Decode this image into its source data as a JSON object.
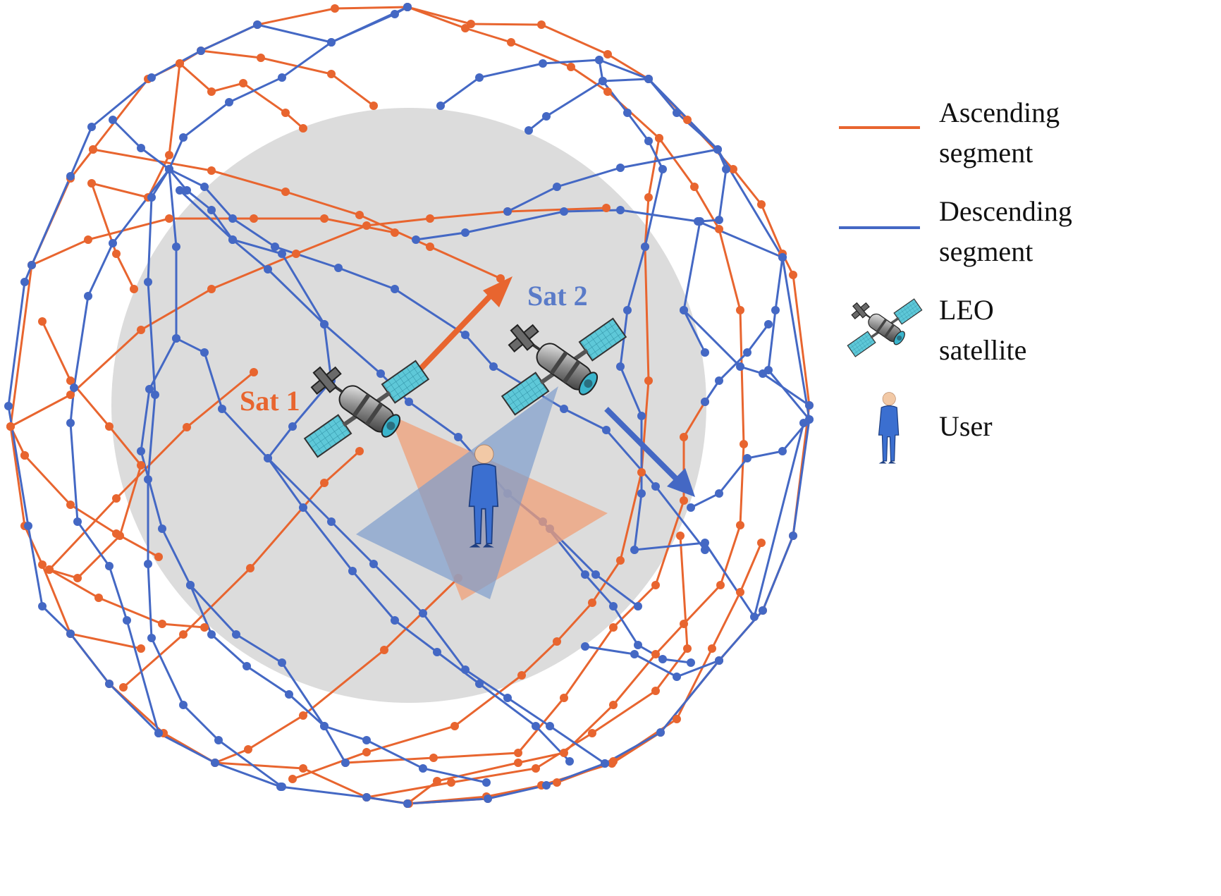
{
  "labels": {
    "sat1": "Sat 1",
    "sat2": "Sat 2"
  },
  "legend": {
    "ascending": [
      "Ascending",
      "segment"
    ],
    "descending": [
      "Descending",
      "segment"
    ],
    "satellite": [
      "LEO",
      "satellite"
    ],
    "user": [
      "User"
    ]
  },
  "colors": {
    "ascending": "#E8652F",
    "descending": "#4468C4",
    "earth": "#DCDCDC",
    "sat1_label": "#E8652F",
    "sat2_label": "#5A7BC8",
    "beam_orange": "#F0A078",
    "beam_blue": "#7E9CCC",
    "panel": "#5EC8D8",
    "user_body": "#3B6FD0",
    "user_head": "#F2C9A6"
  },
  "icons": {
    "satellite": "satellite-icon",
    "user": "user-icon"
  }
}
